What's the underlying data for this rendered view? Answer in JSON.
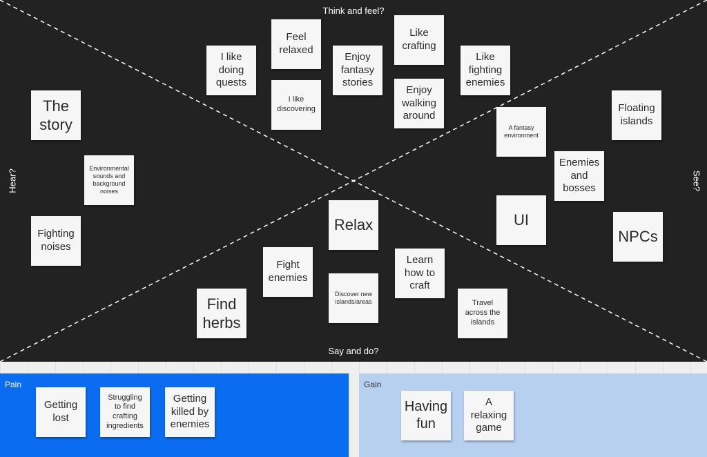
{
  "board": {
    "labels": {
      "top": "Think and feel?",
      "bottom": "Say and do?",
      "left": "Hear?",
      "right": "See?"
    },
    "notes": {
      "think_feel": [
        "I like\ndoing\nquests",
        "Feel\nrelaxed",
        "I like\ndiscovering",
        "Enjoy\nfantasy\nstories",
        "Like\ncrafting",
        "Enjoy\nwalking\naround",
        "Like\nfighting\nenemies"
      ],
      "hear": [
        "The\nstory",
        "Environmental\nsounds and\nbackground\nnoises",
        "Fighting\nnoises"
      ],
      "see": [
        "A fantasy\nenvironment",
        "Floating\nislands",
        "Enemies\nand\nbosses",
        "UI",
        "NPCs"
      ],
      "say_do": [
        "Relax",
        "Fight\nenemies",
        "Learn\nhow to\ncraft",
        "Discover new\nislands/areas",
        "Travel\nacross the\nislands",
        "Find\nherbs"
      ]
    }
  },
  "pain": {
    "title": "Pain",
    "notes": [
      "Getting\nlost",
      "Struggling\nto find\ncrafting\ningredients",
      "Getting\nkilled by\nenemies"
    ]
  },
  "gain": {
    "title": "Gain",
    "notes": [
      "Having\nfun",
      "A\nrelaxing\ngame"
    ]
  },
  "colors": {
    "board_bg": "#222222",
    "note_bg": "#f6f6f6",
    "pain_bg": "#0a6cf0",
    "gain_bg": "#b8d0f0"
  }
}
